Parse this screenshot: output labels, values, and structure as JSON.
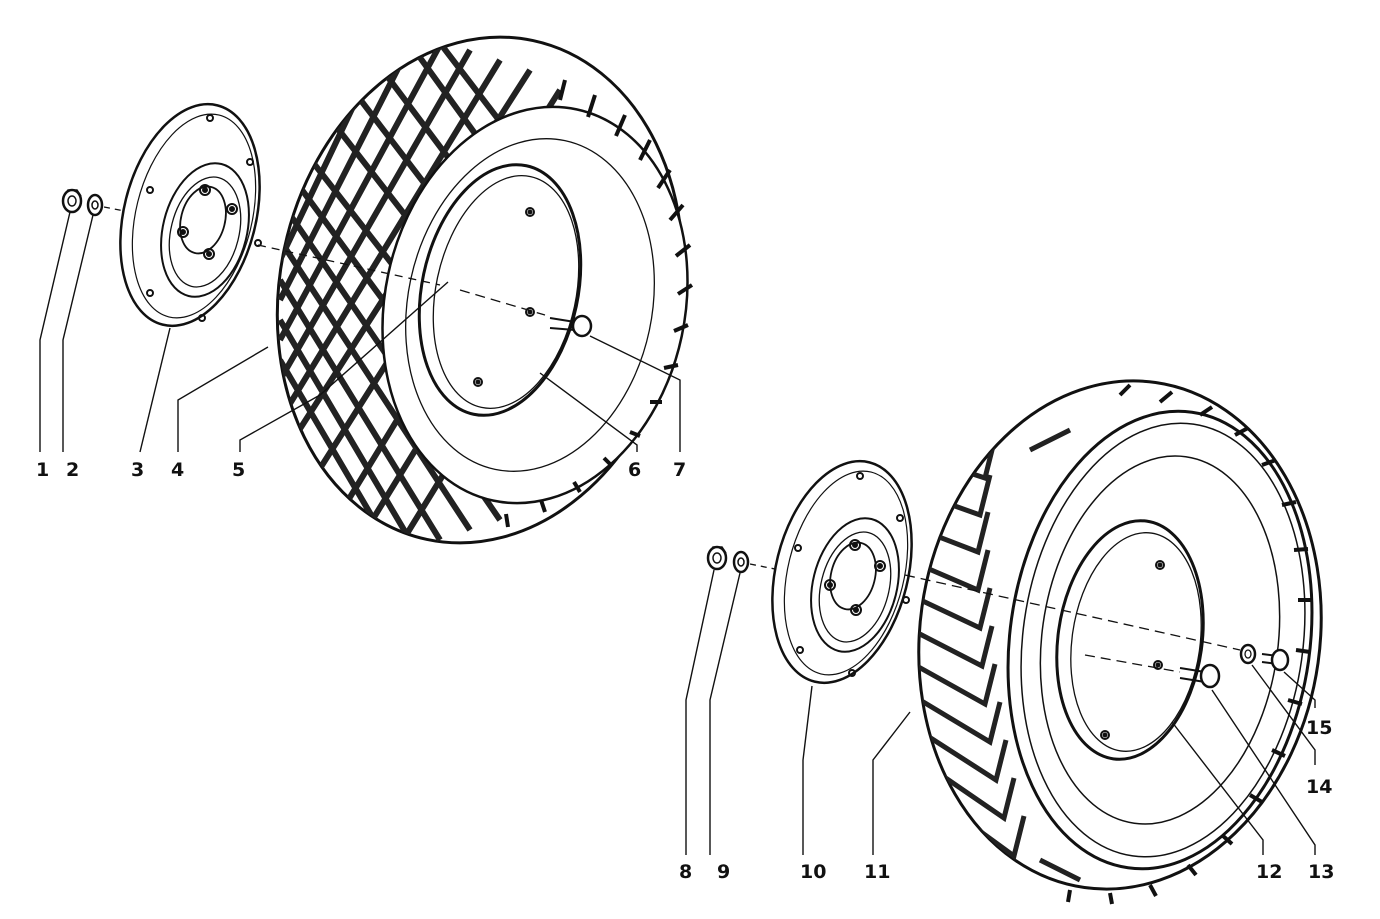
{
  "figure": {
    "ink_color": "#111111",
    "background": "#ffffff",
    "assemblies": [
      {
        "name": "turf-tread wheel assembly",
        "callouts": [
          "1",
          "2",
          "3",
          "4",
          "5",
          "6",
          "7"
        ]
      },
      {
        "name": "chevron-tread wheel assembly",
        "callouts": [
          "8",
          "9",
          "10",
          "11",
          "12",
          "13",
          "14",
          "15"
        ]
      }
    ]
  }
}
